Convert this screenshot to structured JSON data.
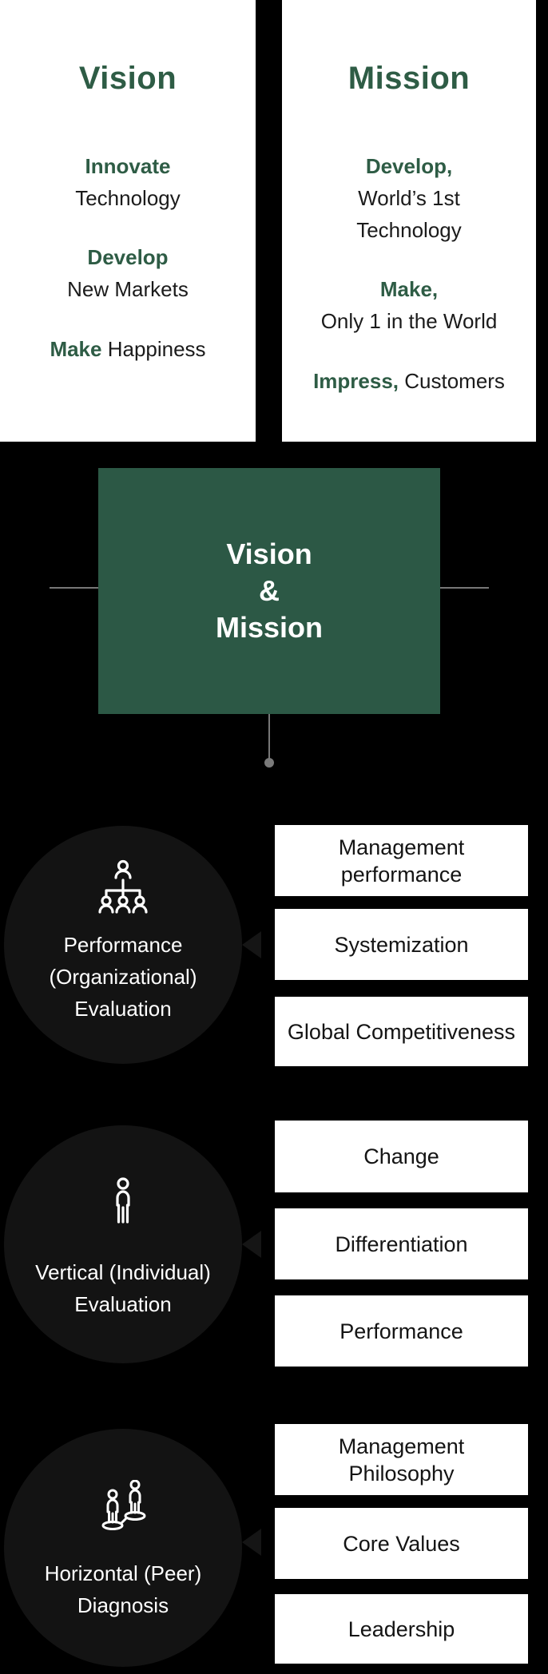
{
  "colors": {
    "background": "#000000",
    "card_background": "#ffffff",
    "accent_green": "#2e5c45",
    "panel_green": "#2c5845",
    "dark_text": "#1b1b1b",
    "circle_background": "#131313",
    "connector_gray": "#777777"
  },
  "vision_card": {
    "title": "Vision",
    "item1": {
      "em": "Innovate",
      "text": "Technology"
    },
    "item2": {
      "em": "Develop",
      "text": "New Markets"
    },
    "item3": {
      "em": "Make",
      "text": " Happiness"
    }
  },
  "mission_card": {
    "title": "Mission",
    "item1": {
      "em": "Develop,",
      "line1": "World’s 1st",
      "line2": "Technology"
    },
    "item2": {
      "em": "Make,",
      "line1": "Only 1 in the World"
    },
    "item3": {
      "em": "Impress,",
      "text": " Customers"
    }
  },
  "center_box": {
    "line1": "Vision",
    "line2": "&",
    "line3": "Mission"
  },
  "sections": [
    {
      "icon": "org-chart-icon",
      "label_line1": "Performance",
      "label_line2": "(Organizational)",
      "label_line3": "Evaluation",
      "boxes": [
        {
          "line1": "Management",
          "line2": "performance"
        },
        {
          "line1": "Systemization"
        },
        {
          "line1": "Global Competitiveness"
        }
      ]
    },
    {
      "icon": "person-icon",
      "label_line1": "Vertical (Individual)",
      "label_line2": "Evaluation",
      "boxes": [
        {
          "line1": "Change"
        },
        {
          "line1": "Differentiation"
        },
        {
          "line1": "Performance"
        }
      ]
    },
    {
      "icon": "people-network-icon",
      "label_line1": "Horizontal (Peer)",
      "label_line2": "Diagnosis",
      "boxes": [
        {
          "line1": "Management",
          "line2": "Philosophy"
        },
        {
          "line1": "Core Values"
        },
        {
          "line1": "Leadership"
        }
      ]
    }
  ]
}
